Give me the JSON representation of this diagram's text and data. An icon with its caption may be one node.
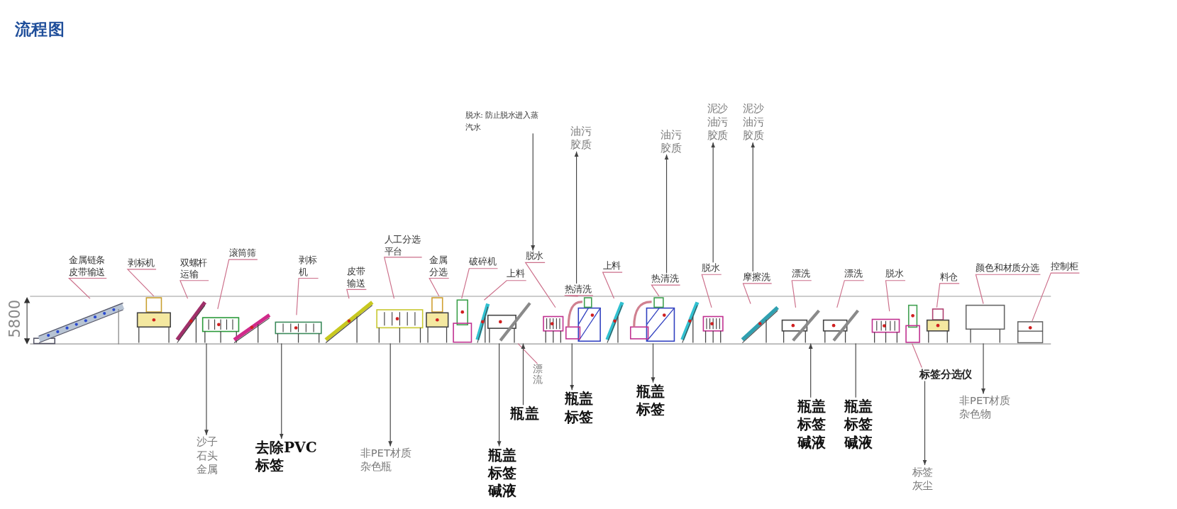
{
  "diagram": {
    "title": "流程图",
    "nodes": [
      {
        "text": [],
        "shape": "picture"
      },
      {
        "text": [],
        "shape": "picture"
      },
      {
        "text": [],
        "shape": "picture"
      },
      {
        "text": [],
        "shape": "picture"
      },
      {
        "text": [],
        "shape": "picture"
      },
      {
        "text": [],
        "shape": "picture"
      },
      {
        "text": [],
        "shape": "picture"
      },
      {
        "text": [],
        "shape": "picture"
      },
      {
        "text": [],
        "shape": "picture"
      },
      {
        "text": [],
        "shape": "picture"
      },
      {
        "text": [],
        "shape": "picture"
      },
      {
        "text": [],
        "shape": "picture"
      },
      {
        "text": [],
        "shape": "picture"
      },
      {
        "text": [],
        "shape": "picture"
      },
      {
        "text": [],
        "shape": "picture"
      },
      {
        "text": [],
        "shape": "picture"
      },
      {
        "text": [],
        "shape": "picture"
      },
      {
        "text": [],
        "shape": "picture"
      },
      {
        "text": [],
        "shape": "picture"
      },
      {
        "text": [],
        "shape": "picture"
      },
      {
        "text": [],
        "shape": "picture"
      },
      {
        "text": [],
        "shape": "picture"
      },
      {
        "text": [],
        "shape": "picture"
      },
      {
        "text": [],
        "shape": "picture"
      },
      {
        "text": [],
        "shape": "picture"
      },
      {
        "text": [],
        "shape": "picture"
      },
      {
        "text": [
          "金属链条皮带输送"
        ]
      },
      {
        "text": [
          "剥标机"
        ]
      },
      {
        "text": [
          "双螺杆运输"
        ]
      },
      {
        "text": [
          "滚筒筛"
        ]
      },
      {
        "text": [
          "剥标机"
        ]
      },
      {
        "text": [
          "皮带输送"
        ]
      },
      {
        "text": [
          "人工分选平台"
        ]
      },
      {
        "text": [
          "金属分选"
        ]
      },
      {
        "text": [
          "破碎机"
        ]
      },
      {
        "text": [
          "上料"
        ]
      },
      {
        "text": [
          "脱水"
        ]
      },
      {
        "text": [
          "热清洗"
        ]
      },
      {
        "text": [
          "上料"
        ]
      },
      {
        "text": [
          "热清洗"
        ]
      },
      {
        "text": [
          "脱水"
        ]
      },
      {
        "text": [
          "摩擦洗"
        ]
      },
      {
        "text": [
          "漂洗"
        ]
      },
      {
        "text": [
          "漂洗"
        ]
      },
      {
        "text": [
          "脱水"
        ]
      },
      {
        "text": [
          "料仓"
        ]
      },
      {
        "text": [
          "颜色和材质分选"
        ]
      },
      {
        "text": [
          "控制柜"
        ]
      },
      {
        "text": [
          "脱水: 防止脱水进入蒸汽水"
        ]
      },
      {
        "text": [
          "油污胶质"
        ]
      },
      {
        "text": [
          "油污胶质"
        ]
      },
      {
        "text": [
          "泥沙油污胶质"
        ]
      },
      {
        "text": [
          "泥沙油污胶质"
        ]
      },
      {
        "text": [
          "沙子石头金属"
        ]
      },
      {
        "text": [
          "去除PVC标签"
        ]
      },
      {
        "text": [
          "非PET材质杂色瓶"
        ]
      },
      {
        "text": [
          "漂流"
        ]
      },
      {
        "text": [
          "瓶盖"
        ]
      },
      {
        "text": [
          "瓶盖标签碱液"
        ]
      },
      {
        "text": [
          "瓶盖标签"
        ]
      },
      {
        "text": [
          "瓶盖标签"
        ]
      },
      {
        "text": [
          "瓶盖标签碱液"
        ]
      },
      {
        "text": [
          "瓶盖标签碱液"
        ]
      },
      {
        "text": [
          "标签分选仪"
        ]
      },
      {
        "text": [
          "标签灰尘"
        ]
      },
      {
        "text": [
          "非PET材质杂色物"
        ]
      }
    ],
    "edges": [
      {
        "from": 26,
        "to": 0,
        "arrow": "none"
      },
      {
        "from": 27,
        "to": 1,
        "arrow": "none"
      },
      {
        "from": 28,
        "to": 2,
        "arrow": "none"
      },
      {
        "from": 29,
        "to": 3,
        "arrow": "none"
      },
      {
        "from": 30,
        "to": 5,
        "arrow": "none"
      },
      {
        "from": 31,
        "to": 6,
        "arrow": "none"
      },
      {
        "from": 32,
        "to": 7,
        "arrow": "none"
      },
      {
        "from": 33,
        "to": 8,
        "arrow": "none"
      },
      {
        "from": 34,
        "to": 9,
        "arrow": "none"
      },
      {
        "from": 35,
        "to": 10,
        "arrow": "none"
      },
      {
        "from": 36,
        "to": 12,
        "arrow": "none"
      },
      {
        "from": 37,
        "to": 13,
        "arrow": "none"
      },
      {
        "from": 38,
        "to": 14,
        "arrow": "none"
      },
      {
        "from": 39,
        "to": 15,
        "arrow": "none"
      },
      {
        "from": 40,
        "to": 17,
        "arrow": "none"
      },
      {
        "from": 41,
        "to": 18,
        "arrow": "none"
      },
      {
        "from": 42,
        "to": 19,
        "arrow": "none"
      },
      {
        "from": 43,
        "to": 20,
        "arrow": "none"
      },
      {
        "from": 44,
        "to": 21,
        "arrow": "none"
      },
      {
        "from": 45,
        "to": 23,
        "arrow": "none"
      },
      {
        "from": 46,
        "to": 24,
        "arrow": "none"
      },
      {
        "from": 47,
        "to": 25,
        "arrow": "none"
      },
      {
        "from": 56,
        "to": 11,
        "arrow": "none"
      },
      {
        "from": 63,
        "to": 22,
        "arrow": "none"
      },
      {
        "from": 48,
        "to": 36,
        "arrow": "to",
        "color": "#444444"
      },
      {
        "from": 37,
        "to": 49,
        "arrow": "to",
        "color": "#444444"
      },
      {
        "from": 39,
        "to": 50,
        "arrow": "to",
        "color": "#444444"
      },
      {
        "from": 40,
        "to": 51,
        "arrow": "to",
        "color": "#444444"
      },
      {
        "from": 41,
        "to": 52,
        "arrow": "to",
        "color": "#444444"
      },
      {
        "from": 3,
        "to": 53,
        "arrow": "to",
        "color": "#444444"
      },
      {
        "from": 5,
        "to": 54,
        "arrow": "to",
        "color": "#444444"
      },
      {
        "from": 7,
        "to": 55,
        "arrow": "to",
        "color": "#444444"
      },
      {
        "from": 57,
        "to": 11,
        "arrow": "to",
        "color": "#444444"
      },
      {
        "from": 11,
        "to": 58,
        "arrow": "to",
        "color": "#444444"
      },
      {
        "from": 13,
        "to": 59,
        "arrow": "to",
        "color": "#444444"
      },
      {
        "from": 15,
        "to": 60,
        "arrow": "to",
        "color": "#444444"
      },
      {
        "from": 61,
        "to": 19,
        "arrow": "to",
        "color": "#444444"
      },
      {
        "from": 20,
        "to": 62,
        "arrow": "none",
        "color": "#444444"
      },
      {
        "from": 63,
        "to": 64,
        "arrow": "to",
        "color": "#444444"
      },
      {
        "from": 24,
        "to": 65,
        "arrow": "to",
        "color": "#444444"
      }
    ],
    "labels": [
      "5800"
    ]
  }
}
